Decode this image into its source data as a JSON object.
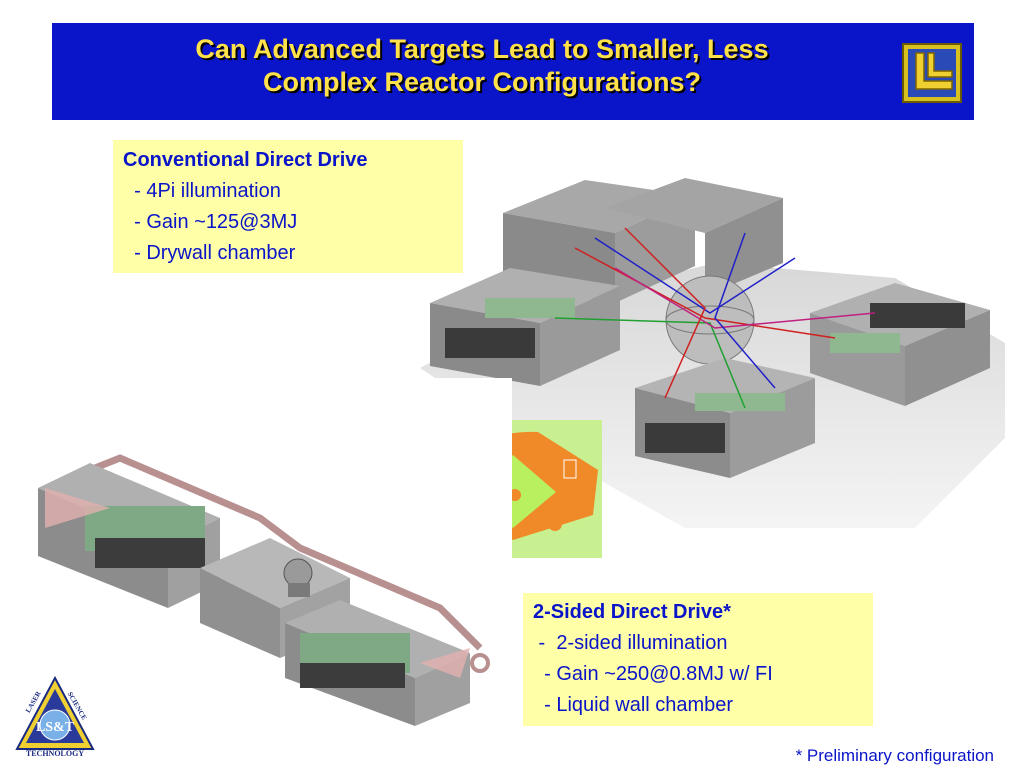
{
  "header": {
    "title_line1": "Can Advanced Targets Lead to Smaller, Less",
    "title_line2": "Complex Reactor Configurations?",
    "colors": {
      "band": "#0a14c8",
      "title": "#ffe24a"
    },
    "logo_icon": "llnl-logo-icon"
  },
  "conventional": {
    "heading": "Conventional Direct Drive",
    "items": [
      "  - 4Pi illumination",
      "  - Gain ~125@3MJ",
      "  - Drywall chamber"
    ]
  },
  "two_sided": {
    "heading": "2-Sided Direct Drive*",
    "items": [
      " -  2-sided illumination",
      "  - Gain ~250@0.8MJ w/ FI",
      "  - Liquid wall chamber"
    ]
  },
  "footnote": "* Preliminary configuration",
  "lst_logo": {
    "line_top_left": "LASER",
    "line_top_right": "SCIENCE",
    "center": "LS&T",
    "bottom": "TECHNOLOGY"
  }
}
